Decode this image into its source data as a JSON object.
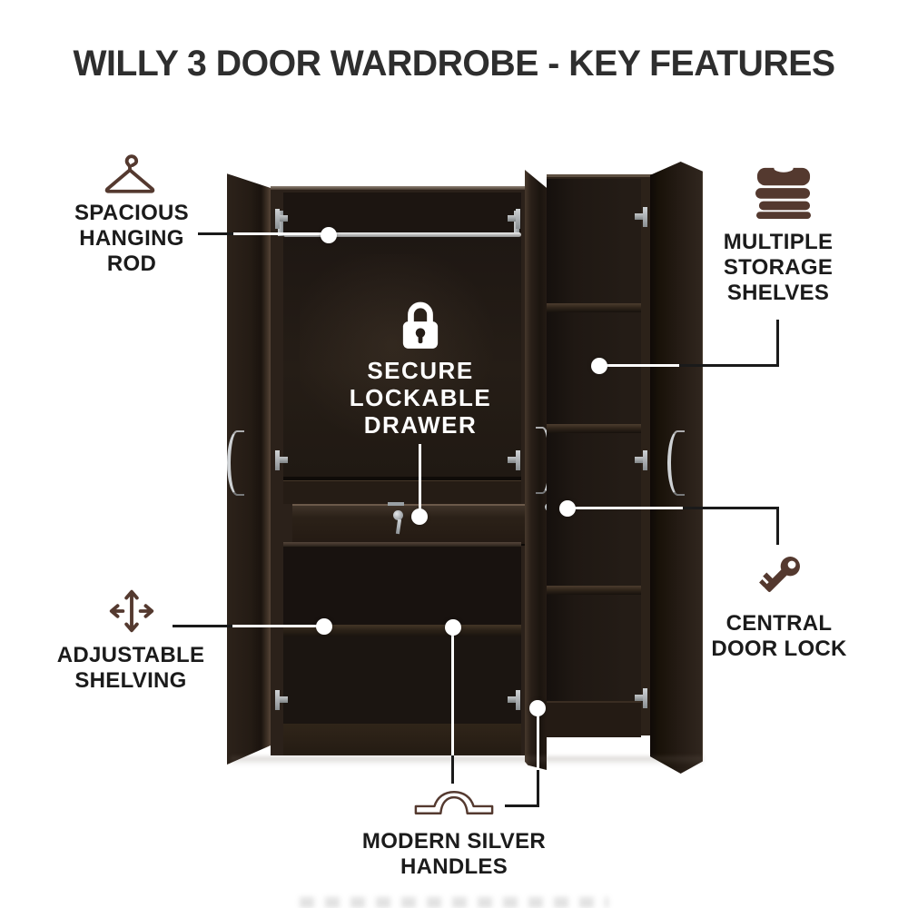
{
  "title": {
    "text": "WILLY 3 DOOR WARDROBE - KEY FEATURES",
    "color": "#2e2e2e"
  },
  "features": {
    "hanging_rod": {
      "icon": "hanger-icon",
      "lines": [
        "SPACIOUS",
        "HANGING",
        "ROD"
      ]
    },
    "storage_shelves": {
      "icon": "folded-clothes-icon",
      "lines": [
        "MULTIPLE",
        "STORAGE",
        "SHELVES"
      ]
    },
    "lockable_drawer": {
      "icon": "padlock-icon",
      "lines": [
        "SECURE",
        "LOCKABLE",
        "DRAWER"
      ]
    },
    "adjustable_shelving": {
      "icon": "move-arrows-icon",
      "lines": [
        "ADJUSTABLE",
        "SHELVING"
      ]
    },
    "central_door_lock": {
      "icon": "key-icon",
      "lines": [
        "CENTRAL",
        "DOOR LOCK"
      ]
    },
    "silver_handles": {
      "icon": "door-handle-icon",
      "lines": [
        "MODERN SILVER",
        "HANDLES"
      ]
    }
  },
  "colors": {
    "background": "#ffffff",
    "title_text": "#2e2e2e",
    "label_text": "#1b1b1b",
    "label_on_dark_text": "#ffffff",
    "icon_accent": "#54392f",
    "callout_line_dark": "#1a1a1a",
    "callout_line_light": "#ffffff",
    "callout_dot": "#ffffff",
    "wardrobe_body": "#241c16",
    "wardrobe_interior": "#1b1512",
    "handle_silver": "#ced1d4"
  }
}
